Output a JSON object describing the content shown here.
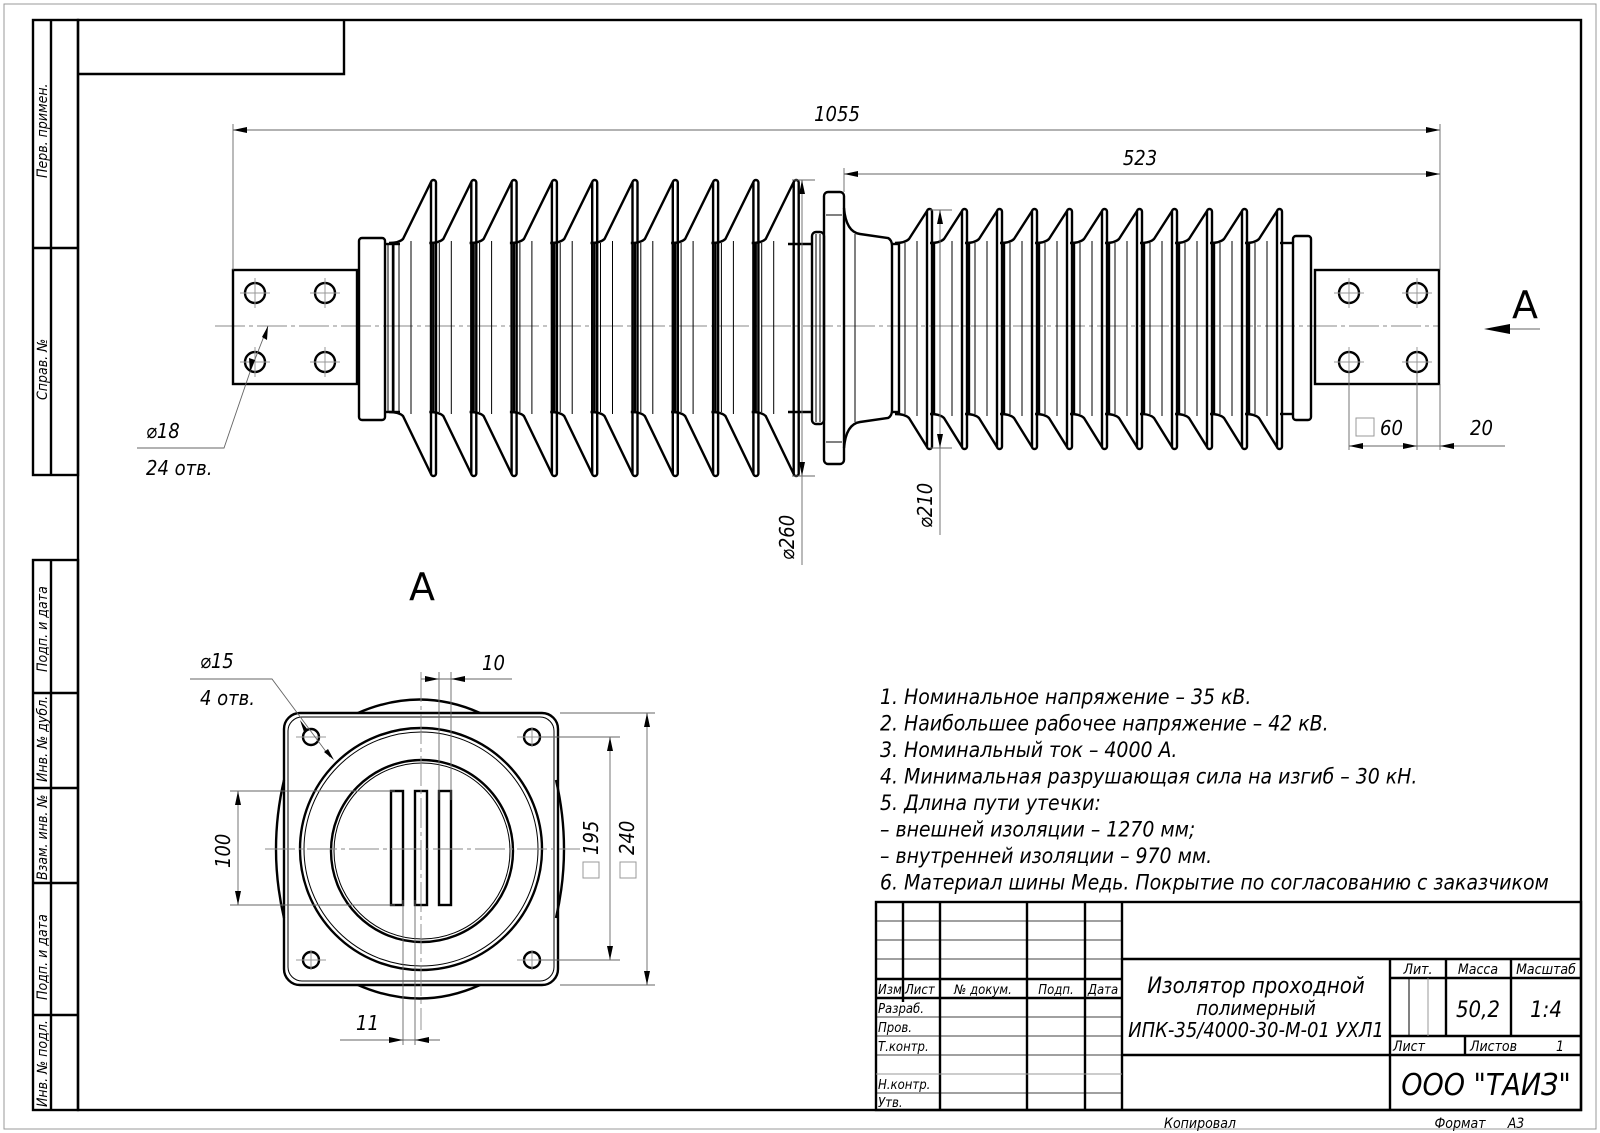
{
  "side_stamps": {
    "perv_primen": "Перв. примен.",
    "sprav_no": "Справ. №",
    "podp_data_1": "Подп. и дата",
    "inv_dubl": "Инв. № дубл.",
    "vzam_inv": "Взам. инв. №",
    "podp_data_2": "Подп. и дата",
    "inv_podl": "Инв. № подл."
  },
  "dimensions": {
    "overall_length": "1055",
    "right_part_length": "523",
    "shed_diameter_left": "⌀260",
    "shed_diameter_right": "⌀210",
    "hole_diameter": "⌀18",
    "hole_count": "24 отв.",
    "hole_spacing": "60",
    "edge_offset": "20",
    "section_label": "A",
    "view_label": "A"
  },
  "view_a": {
    "hole_diameter": "⌀15",
    "hole_count": "4 отв.",
    "bar_gap": "10",
    "bar_height": "100",
    "hole_square": "195",
    "flange_square": "240",
    "bar_width": "11"
  },
  "notes": [
    "1. Номинальное напряжение – 35 кВ.",
    "2. Наибольшее рабочее напряжение – 42 кВ.",
    "3. Номинальный ток – 4000 А.",
    "4. Минимальная разрушающая сила на изгиб – 30 кН.",
    "5.  Длина пути утечки:",
    "– внешней изоляции – 1270 мм;",
    "– внутренней изоляции – 970 мм.",
    "6. Материал шины Медь. Покрытие по согласованию с заказчиком"
  ],
  "title_block": {
    "headers": {
      "izm": "Изм.",
      "list": "Лист",
      "doc_no": "№ докум.",
      "podp": "Подп.",
      "data": "Дата"
    },
    "roles": [
      "Разраб.",
      "Пров.",
      "Т.контр.",
      "",
      "Н.контр.",
      "Утв."
    ],
    "title_line1": "Изолятор проходной",
    "title_line2": "полимерный",
    "title_line3": "ИПК-35/4000-30-М-01 УХЛ1",
    "lit_label": "Лит.",
    "mass_label": "Масса",
    "scale_label": "Масштаб",
    "mass_value": "50,2",
    "scale_value": "1:4",
    "sheet_label": "Лист",
    "sheets_label": "Листов",
    "sheets_value": "1",
    "company": "ООО \"ТАИЗ\""
  },
  "footer": {
    "copied": "Копировал",
    "format_label": "Формат",
    "format_value": "А3"
  }
}
